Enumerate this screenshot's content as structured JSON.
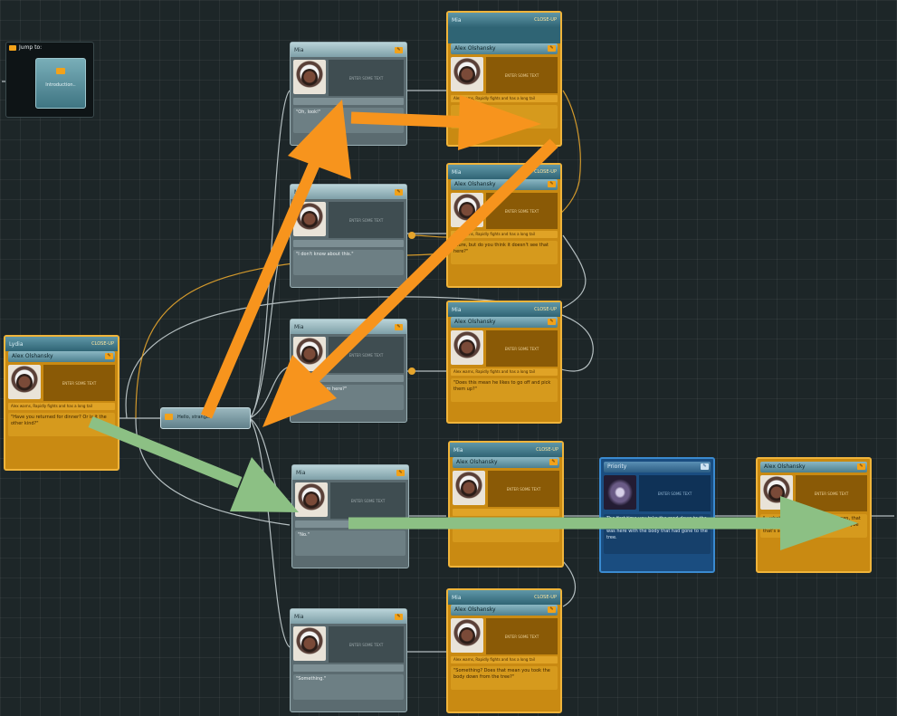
{
  "colors": {
    "accent_orange": "#f7941d",
    "accent_green": "#8cc084",
    "node_gray": "#5b6b70",
    "node_orange": "#c98a12",
    "node_blue": "#1a4d80",
    "background": "#1d2628"
  },
  "jump": {
    "label": "Jump to:",
    "target": "Introduction.."
  },
  "hub": {
    "label": "Hello, stranger"
  },
  "nodes": {
    "left": {
      "hdr_left": "Lydia",
      "hdr_tag": "CLOSE-UP",
      "title": "Alex Olshansky",
      "preview": "ENTER SOME TEXT",
      "sub": "Alex warns, Rapidly fights and has a long tail",
      "text": "\"Have you returned for dinner? Or is it the other kind?\""
    },
    "g1": {
      "hdr_left": "Mia",
      "preview": "ENTER SOME TEXT",
      "text": "\"Oh, look!\""
    },
    "g2": {
      "hdr_left": "Mia",
      "preview": "ENTER SOME TEXT",
      "text": "\"I don't know about this.\""
    },
    "g3": {
      "hdr_left": "Mia",
      "preview": "ENTER SOME TEXT",
      "text": "\"Is it even from here?\""
    },
    "g4": {
      "hdr_left": "Mia",
      "preview": "ENTER SOME TEXT",
      "text": "\"No.\""
    },
    "g5": {
      "hdr_left": "Mia",
      "preview": "ENTER SOME TEXT",
      "text": "\"Something.\""
    },
    "o1": {
      "hdr_left": "Mia",
      "hdr_tag": "CLOSE-UP",
      "title": "Alex Olshansky",
      "preview": "ENTER SOME TEXT",
      "sub": "Alex warns, Rapidly fights and has a long tail",
      "text": ""
    },
    "o2": {
      "hdr_left": "Mia",
      "hdr_tag": "CLOSE-UP",
      "title": "Alex Olshansky",
      "preview": "ENTER SOME TEXT",
      "sub": "Alex warns, Rapidly fights and has a long tail",
      "text": "\"Sure, but do you think it doesn't see that here?\""
    },
    "o3": {
      "hdr_left": "Mia",
      "hdr_tag": "CLOSE-UP",
      "title": "Alex Olshansky",
      "preview": "ENTER SOME TEXT",
      "sub": "Alex warns, Rapidly fights and has a long tail",
      "text": "\"Does this mean he likes to go off and pick them up?\""
    },
    "o4": {
      "hdr_left": "Mia",
      "hdr_tag": "CLOSE-UP",
      "title": "Alex Olshansky",
      "preview": "ENTER SOME TEXT",
      "sub": "",
      "text": "\"No, the body is still in the trunk.\""
    },
    "o5": {
      "hdr_left": "Mia",
      "hdr_tag": "CLOSE-UP",
      "title": "Alex Olshansky",
      "preview": "ENTER SOME TEXT",
      "sub": "Alex warns, Rapidly fights and has a long tail",
      "text": "\"Something? Does that mean you took the body down from the tree?\""
    },
    "blue": {
      "title": "Priority",
      "preview": "ENTER SOME TEXT",
      "text": "The first time you take the road down to the Blackwood's side, it is obvious to see what was here with the body that had gone to the tree."
    },
    "final": {
      "title": "Alex Olshansky",
      "preview": "ENTER SOME TEXT",
      "text": "\"...what they think is going to happen, that is why the body didn't go there, so maybe that's something, or the other.\""
    }
  }
}
